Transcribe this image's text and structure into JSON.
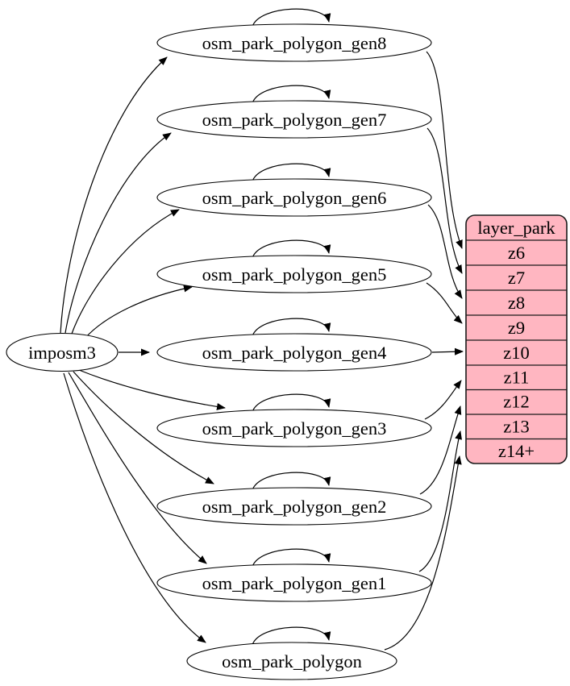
{
  "diagram": {
    "type": "graphviz-digraph",
    "background_color": "#ffffff",
    "edge_color": "#000000",
    "node_fill_color": "#ffffff",
    "nodes": {
      "imposm3": "imposm3",
      "gen8": "osm_park_polygon_gen8",
      "gen7": "osm_park_polygon_gen7",
      "gen6": "osm_park_polygon_gen6",
      "gen5": "osm_park_polygon_gen5",
      "gen4": "osm_park_polygon_gen4",
      "gen3": "osm_park_polygon_gen3",
      "gen2": "osm_park_polygon_gen2",
      "gen1": "osm_park_polygon_gen1",
      "base": "osm_park_polygon"
    },
    "layer_table": {
      "title": "layer_park",
      "fill_color": "#ffb6c1",
      "rows": [
        "z6",
        "z7",
        "z8",
        "z9",
        "z10",
        "z11",
        "z12",
        "z13",
        "z14+"
      ]
    },
    "edges": [
      {
        "from": "imposm3",
        "to": "osm_park_polygon_gen8"
      },
      {
        "from": "imposm3",
        "to": "osm_park_polygon_gen7"
      },
      {
        "from": "imposm3",
        "to": "osm_park_polygon_gen6"
      },
      {
        "from": "imposm3",
        "to": "osm_park_polygon_gen5"
      },
      {
        "from": "imposm3",
        "to": "osm_park_polygon_gen4"
      },
      {
        "from": "imposm3",
        "to": "osm_park_polygon_gen3"
      },
      {
        "from": "imposm3",
        "to": "osm_park_polygon_gen2"
      },
      {
        "from": "imposm3",
        "to": "osm_park_polygon_gen1"
      },
      {
        "from": "imposm3",
        "to": "osm_park_polygon"
      },
      {
        "from": "osm_park_polygon_gen8",
        "to": "osm_park_polygon_gen8",
        "kind": "self-loop"
      },
      {
        "from": "osm_park_polygon_gen7",
        "to": "osm_park_polygon_gen7",
        "kind": "self-loop"
      },
      {
        "from": "osm_park_polygon_gen6",
        "to": "osm_park_polygon_gen6",
        "kind": "self-loop"
      },
      {
        "from": "osm_park_polygon_gen5",
        "to": "osm_park_polygon_gen5",
        "kind": "self-loop"
      },
      {
        "from": "osm_park_polygon_gen4",
        "to": "osm_park_polygon_gen4",
        "kind": "self-loop"
      },
      {
        "from": "osm_park_polygon_gen3",
        "to": "osm_park_polygon_gen3",
        "kind": "self-loop"
      },
      {
        "from": "osm_park_polygon_gen2",
        "to": "osm_park_polygon_gen2",
        "kind": "self-loop"
      },
      {
        "from": "osm_park_polygon_gen1",
        "to": "osm_park_polygon_gen1",
        "kind": "self-loop"
      },
      {
        "from": "osm_park_polygon",
        "to": "osm_park_polygon",
        "kind": "self-loop"
      },
      {
        "from": "osm_park_polygon_gen8",
        "to": "layer_park.z6"
      },
      {
        "from": "osm_park_polygon_gen7",
        "to": "layer_park.z7"
      },
      {
        "from": "osm_park_polygon_gen6",
        "to": "layer_park.z8"
      },
      {
        "from": "osm_park_polygon_gen5",
        "to": "layer_park.z9"
      },
      {
        "from": "osm_park_polygon_gen4",
        "to": "layer_park.z10"
      },
      {
        "from": "osm_park_polygon_gen3",
        "to": "layer_park.z11"
      },
      {
        "from": "osm_park_polygon_gen2",
        "to": "layer_park.z12"
      },
      {
        "from": "osm_park_polygon_gen1",
        "to": "layer_park.z13"
      },
      {
        "from": "osm_park_polygon",
        "to": "layer_park.z14+"
      }
    ]
  }
}
